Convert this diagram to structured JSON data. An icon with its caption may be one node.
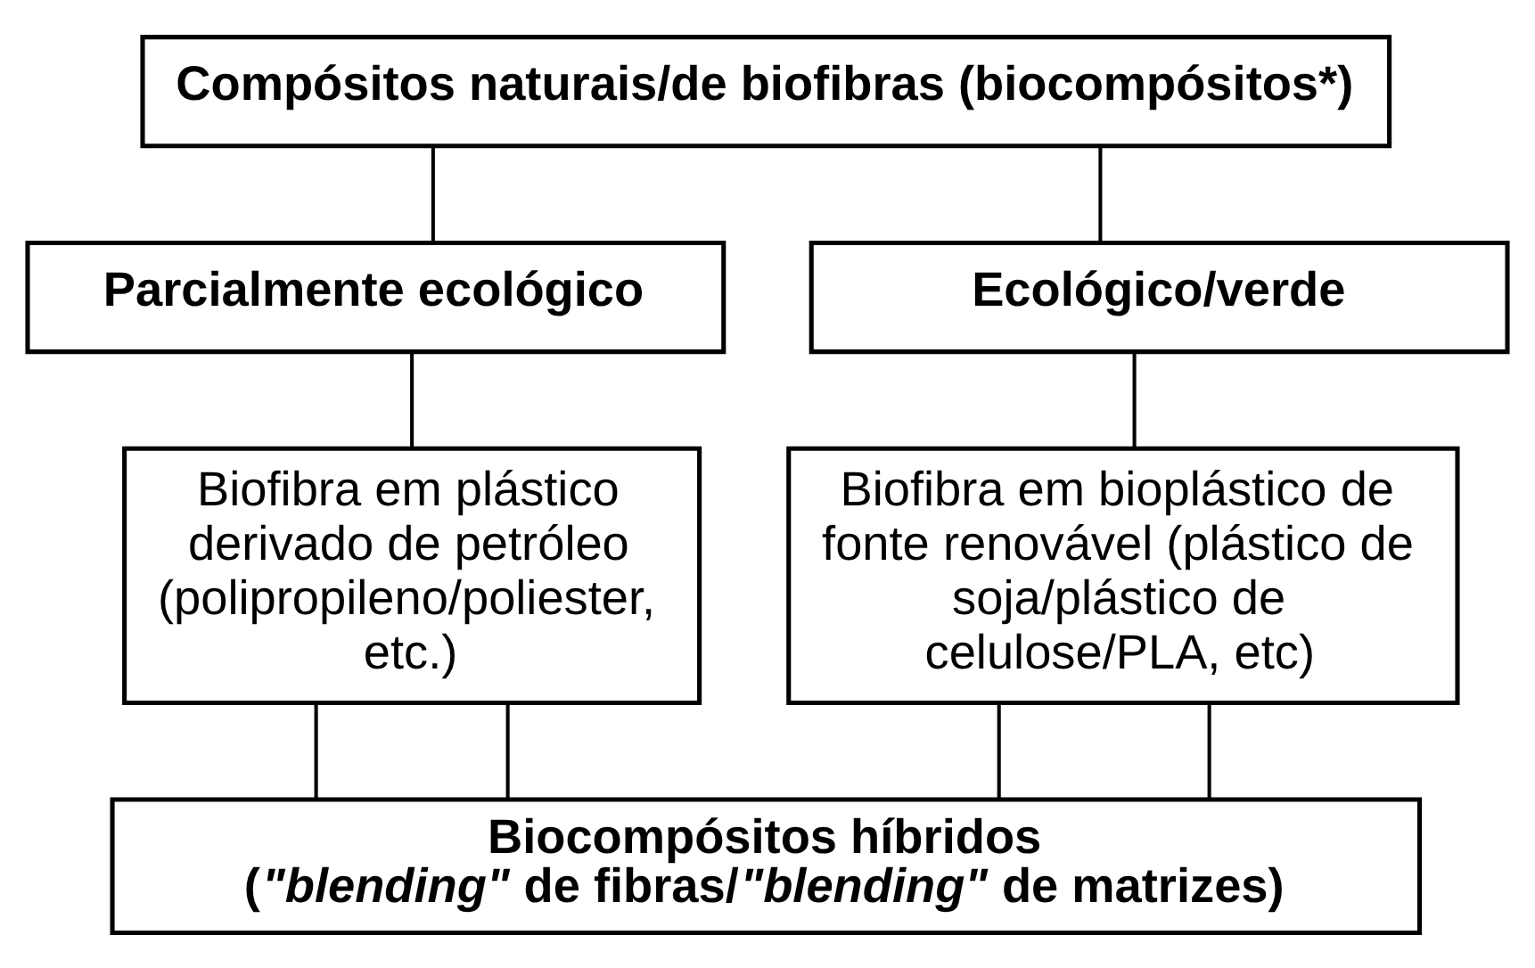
{
  "diagram": {
    "nodes": [
      {
        "text": [
          "Compósitos naturais/de biofibras (biocompósitos*)"
        ]
      },
      {
        "text": [
          "Parcialmente ecológico"
        ]
      },
      {
        "text": [
          "Ecológico/verde"
        ]
      },
      {
        "text": [
          "Biofibra em plástico derivado de petróleo (polipropileno/poliester, etc.)"
        ]
      },
      {
        "text": [
          "Biofibra em bioplástico de fonte renovável (plástico de soja/plástico de celulose/PLA, etc)"
        ]
      },
      {
        "text": [
          "Biocompósitos híbridos",
          "(*\"blending\"* de fibras/*\"blending\"* de matrizes)"
        ]
      }
    ],
    "edges": [
      {
        "from": 0,
        "to": 1,
        "arrow": "none"
      },
      {
        "from": 0,
        "to": 2,
        "arrow": "none"
      },
      {
        "from": 1,
        "to": 3,
        "arrow": "none"
      },
      {
        "from": 2,
        "to": 4,
        "arrow": "none"
      },
      {
        "from": 3,
        "to": 5,
        "arrow": "none"
      },
      {
        "from": 3,
        "to": 5,
        "arrow": "none"
      },
      {
        "from": 4,
        "to": 5,
        "arrow": "none"
      },
      {
        "from": 4,
        "to": 5,
        "arrow": "none"
      }
    ]
  }
}
